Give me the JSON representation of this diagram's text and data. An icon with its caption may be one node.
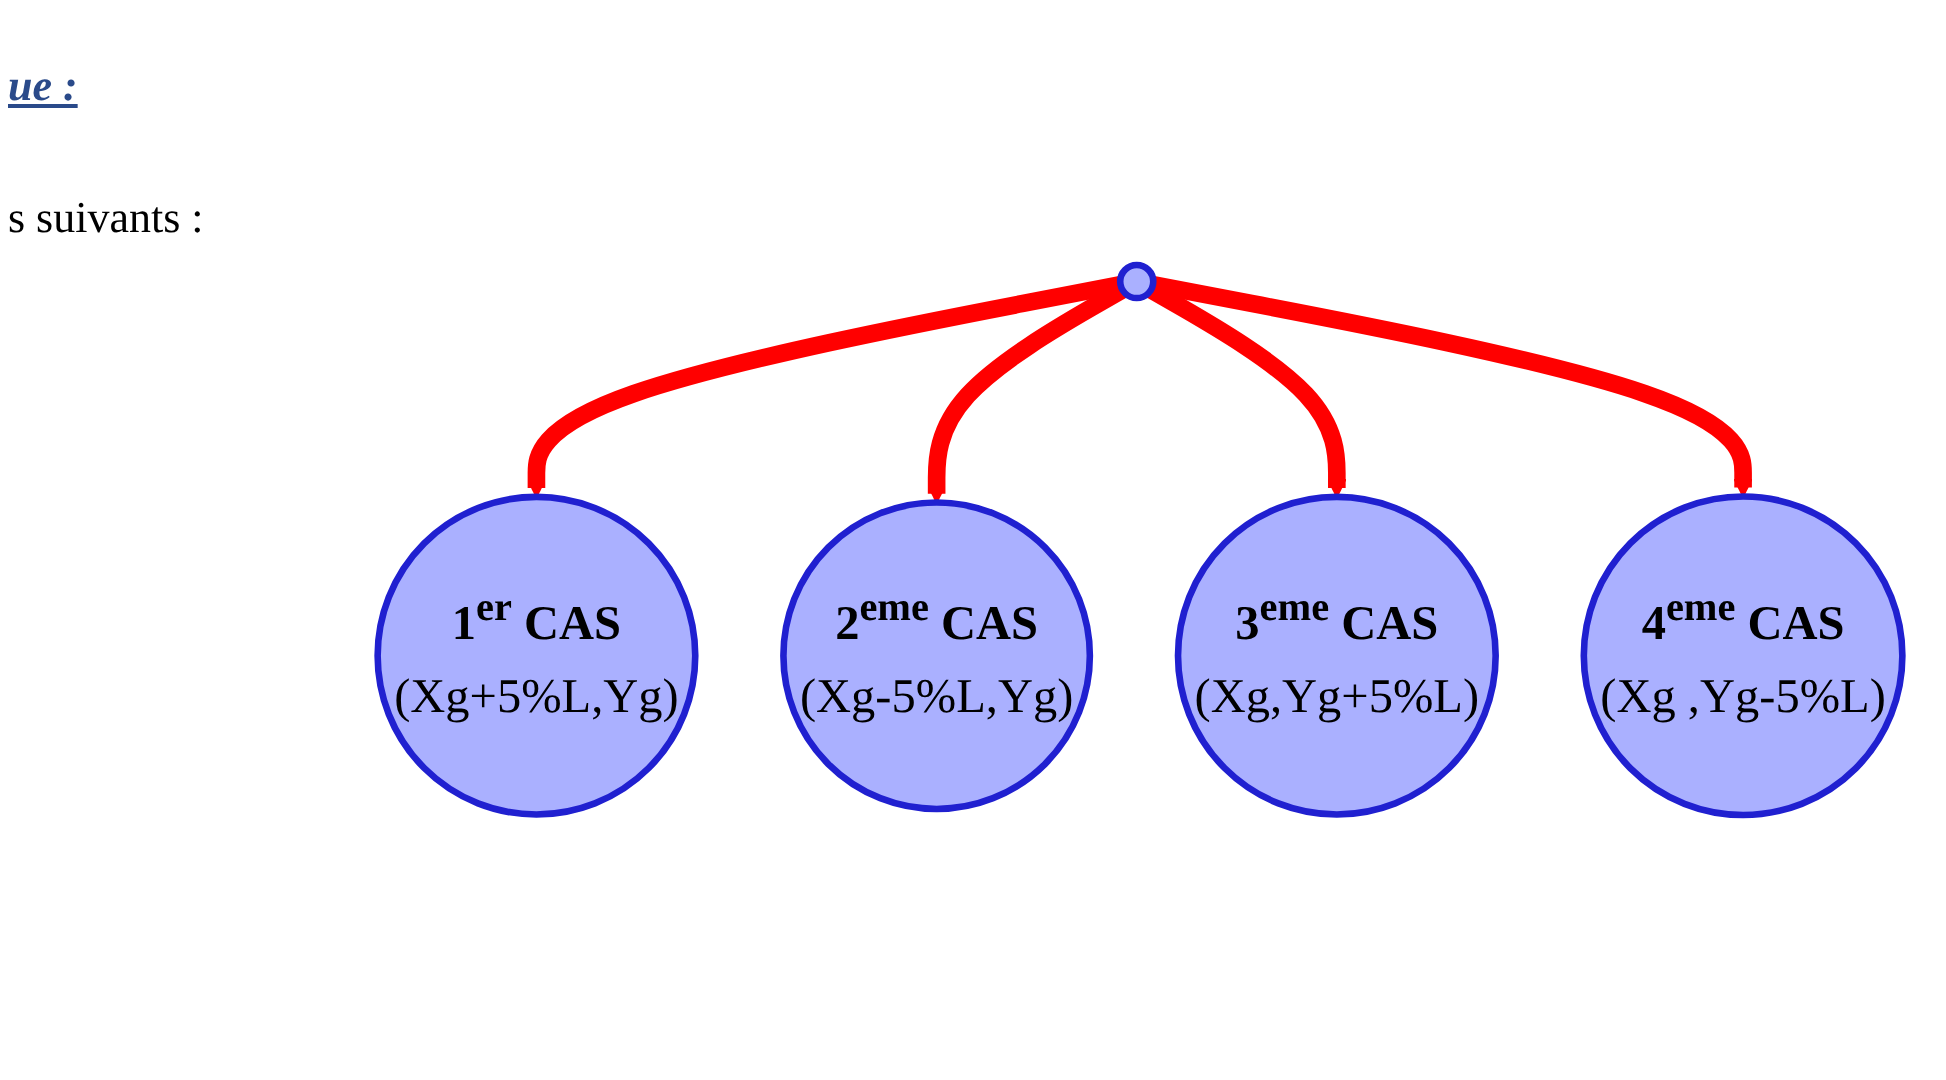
{
  "diagram": {
    "nodes": [
      {
        "text": [
          "3$^{eme}$ CAS",
          "(Xg,Yg+5%L)"
        ]
      },
      {
        "text": [
          "2$^{eme}$ CAS",
          "(Xg-5%L,Yg)"
        ]
      },
      {
        "text": [],
        "shape": "circle"
      },
      {
        "text": [
          "1$^{er}$ CAS",
          "(Xg+5%L,Yg)"
        ]
      },
      {
        "text": [
          "4$^{eme}$ CAS",
          "(Xg ,Yg-5%L)"
        ]
      }
    ],
    "edges": [
      {
        "from": 2,
        "to": 3,
        "arrow": "to"
      },
      {
        "from": 2,
        "to": 1,
        "arrow": "to"
      },
      {
        "from": 2,
        "to": 0,
        "arrow": "to"
      },
      {
        "from": 2,
        "to": 4,
        "arrow": "to"
      }
    ],
    "labels": [
      "ue :",
      "s suivants :"
    ]
  }
}
